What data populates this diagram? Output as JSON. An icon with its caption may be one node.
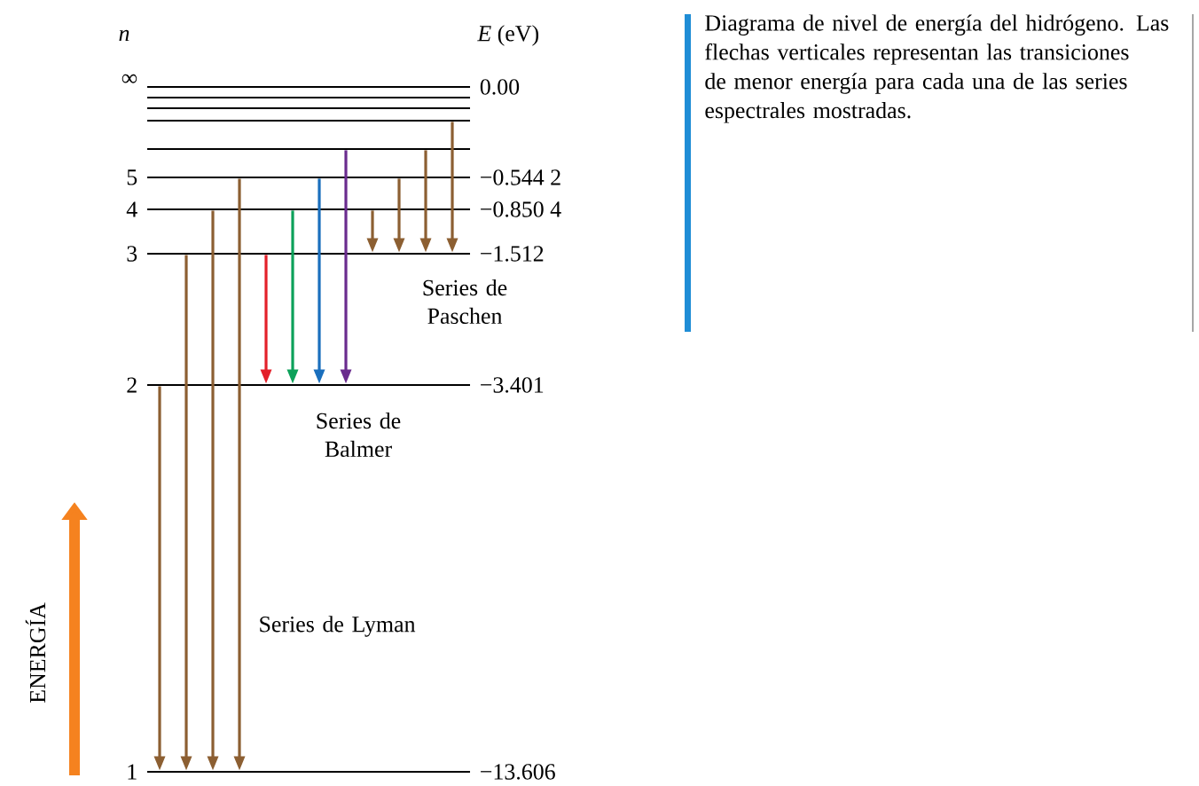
{
  "diagram": {
    "caption": "Diagrama de nivel de energía del hidrógeno. Las flechas verticales representan las transiciones de menor energía para cada una de las series espectrales mostradas.",
    "nodes": [
      {
        "text": [],
        "shape": "bar",
        "beside": [
          "∞",
          "0.00"
        ]
      },
      {
        "text": [],
        "shape": "bar"
      },
      {
        "text": [],
        "shape": "bar"
      },
      {
        "text": [],
        "shape": "bar"
      },
      {
        "text": [],
        "shape": "bar"
      },
      {
        "text": [],
        "shape": "bar",
        "beside": [
          "5",
          "−0.544 2"
        ]
      },
      {
        "text": [],
        "shape": "bar",
        "beside": [
          "4",
          "−0.850 4"
        ]
      },
      {
        "text": [],
        "shape": "bar",
        "beside": [
          "3",
          "−1.512"
        ]
      },
      {
        "text": [],
        "shape": "bar",
        "beside": [
          "2",
          "−3.401"
        ]
      },
      {
        "text": [],
        "shape": "bar",
        "beside": [
          "1",
          "−13.606"
        ]
      }
    ],
    "edges": [
      {
        "from": 8,
        "to": 9,
        "arrow": "to"
      },
      {
        "from": 7,
        "to": 9,
        "arrow": "to"
      },
      {
        "from": 6,
        "to": 9,
        "arrow": "to"
      },
      {
        "from": 5,
        "to": 9,
        "arrow": "to"
      },
      {
        "from": 7,
        "to": 8,
        "arrow": "to",
        "color": "#e3202a"
      },
      {
        "from": 6,
        "to": 8,
        "arrow": "to",
        "color": "#0da15a"
      },
      {
        "from": 5,
        "to": 8,
        "arrow": "to",
        "color": "#1a6fbd"
      },
      {
        "from": 4,
        "to": 8,
        "arrow": "to",
        "color": "#6a2c8e"
      },
      {
        "from": 6,
        "to": 7,
        "arrow": "to"
      },
      {
        "from": 5,
        "to": 7,
        "arrow": "to"
      },
      {
        "from": 4,
        "to": 7,
        "arrow": "to"
      },
      {
        "from": 3,
        "to": 7,
        "arrow": "to"
      }
    ],
    "labels": [
      "*n*",
      "*E* (eV)",
      "Series de Paschen",
      "Series de Balmer",
      "Series de Lyman",
      "ENERGÍA"
    ]
  }
}
